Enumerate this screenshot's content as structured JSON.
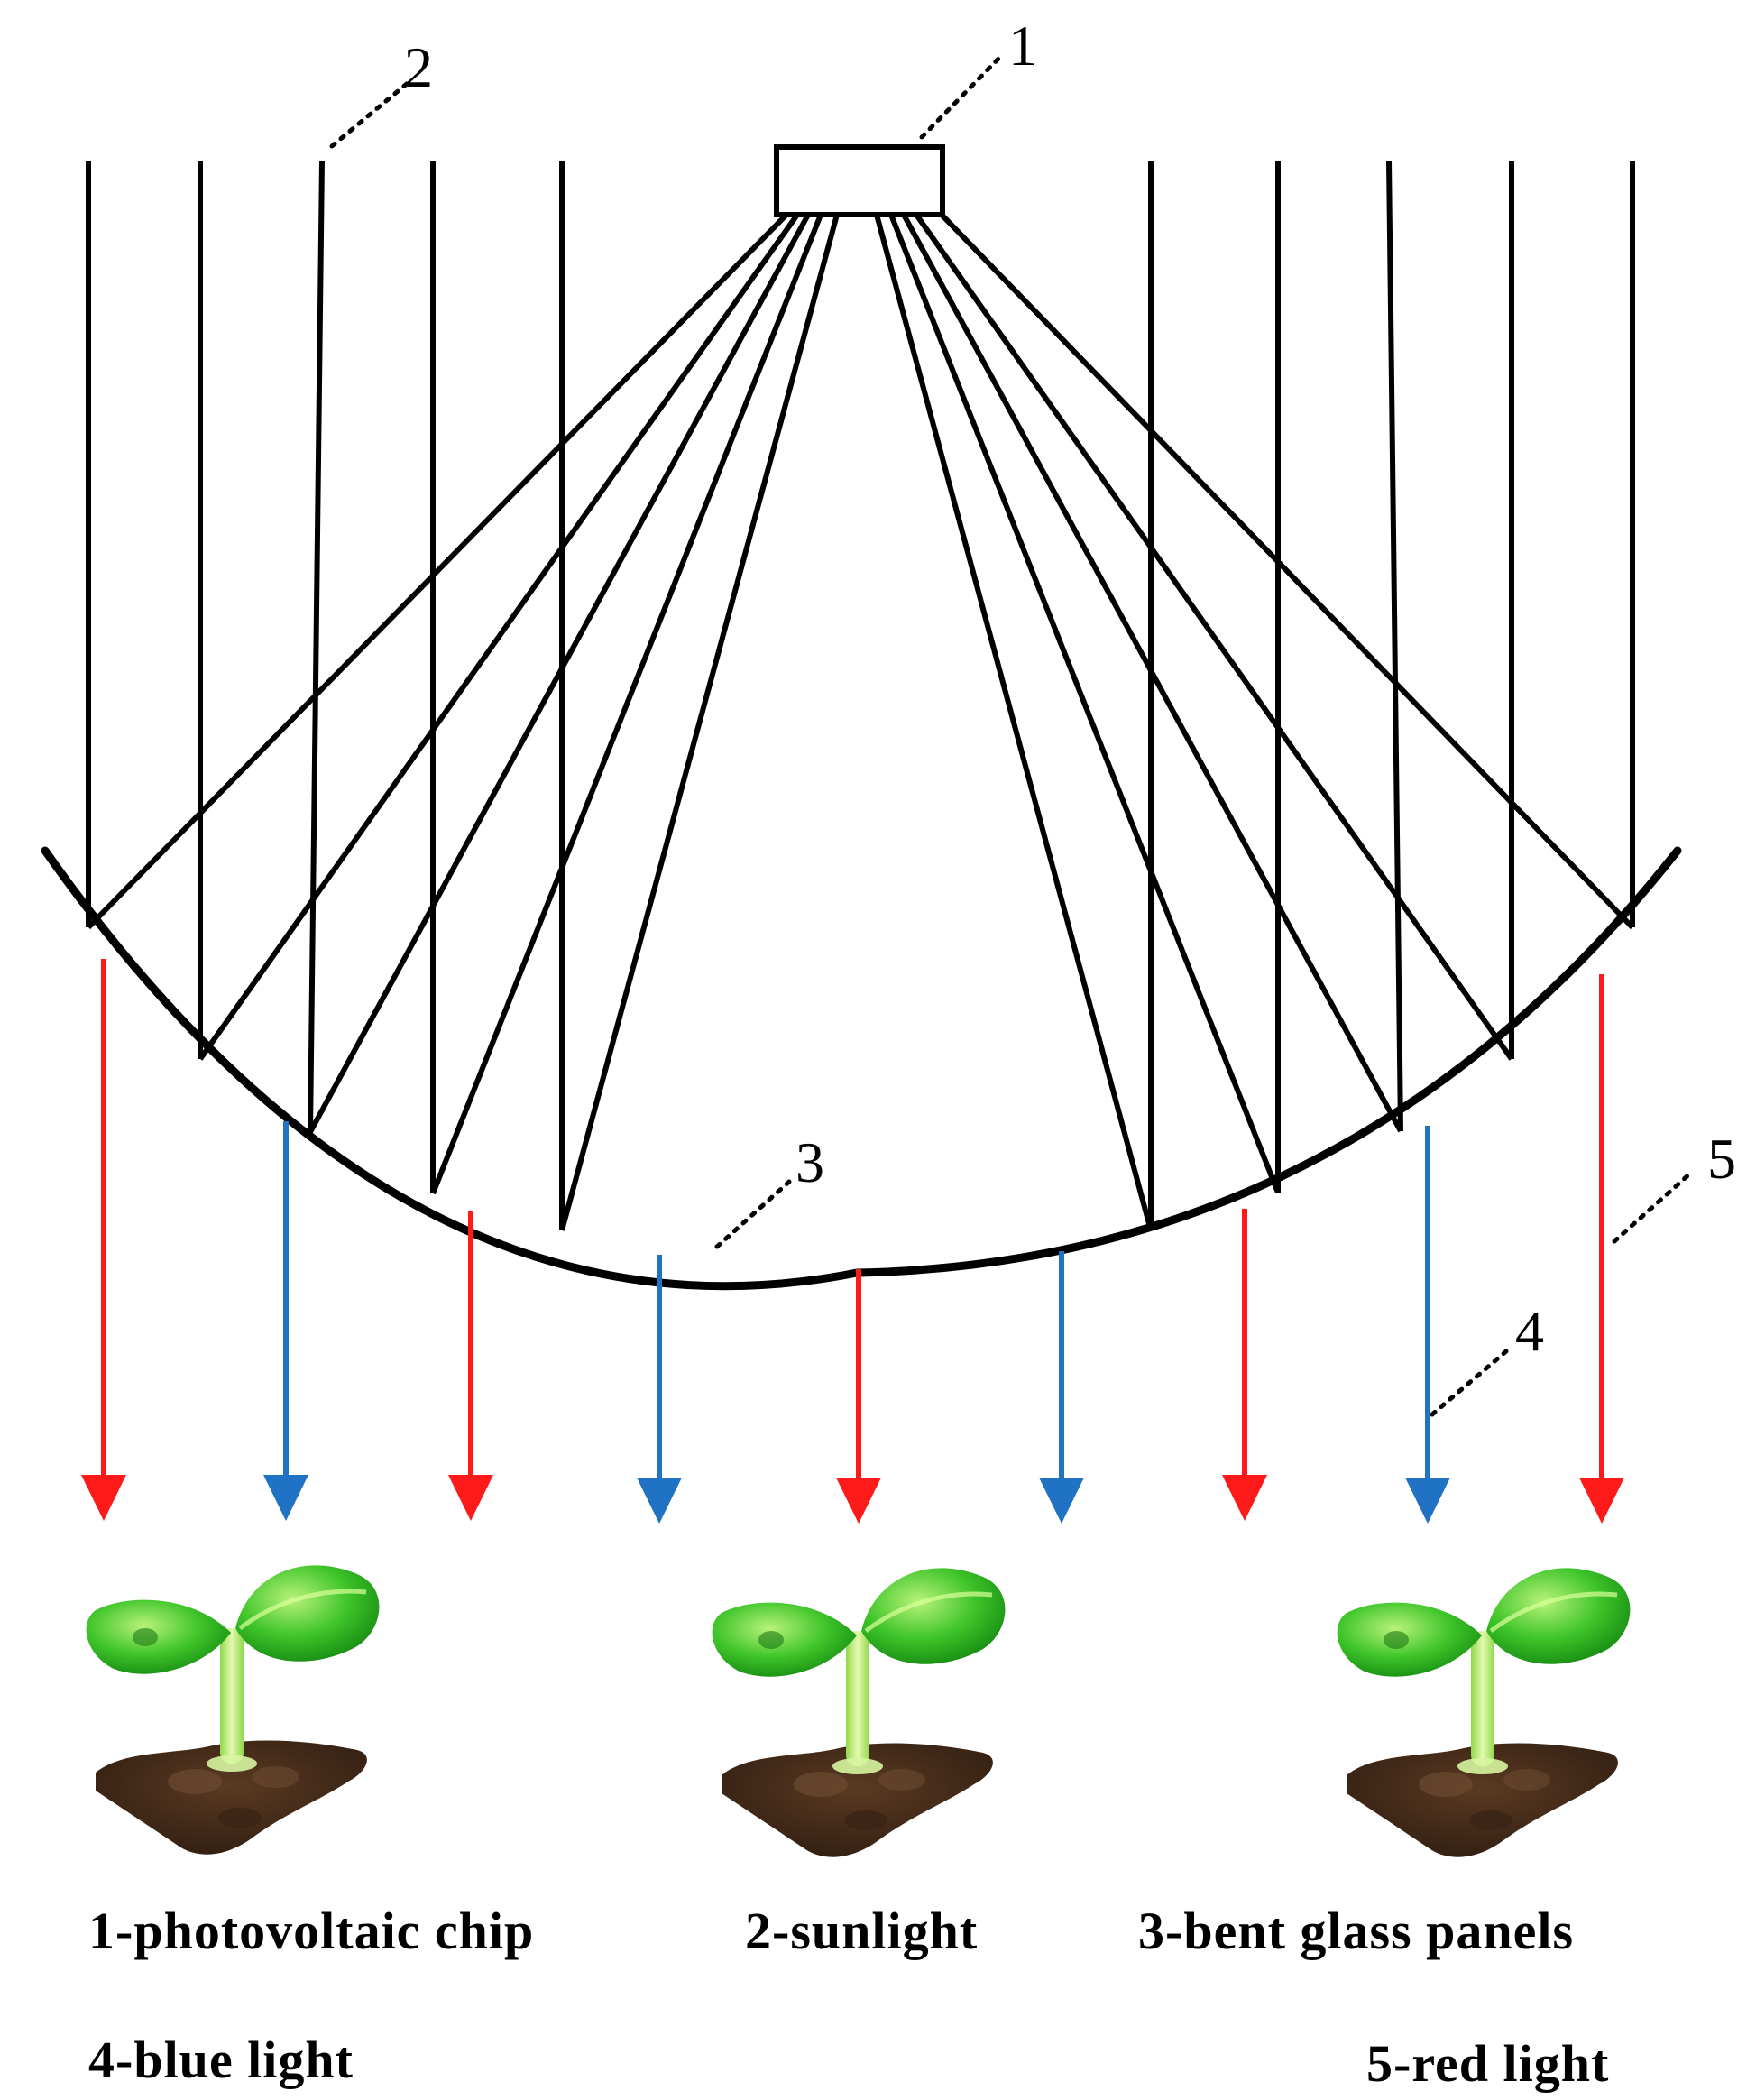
{
  "labels": {
    "chip": "1",
    "sunlight": "2",
    "glass": "3",
    "blue": "4",
    "red": "5"
  },
  "legend": {
    "item1": "1-photovoltaic chip",
    "item2": "2-sunlight",
    "item3": "3-bent glass panels",
    "item4": "4-blue light",
    "item5": "5-red light"
  },
  "colors": {
    "red_light": "#ff1a1a",
    "blue_light": "#1f72c4",
    "structure": "#000000"
  },
  "icons": [
    "seedling-icon",
    "seedling-icon",
    "seedling-icon"
  ]
}
